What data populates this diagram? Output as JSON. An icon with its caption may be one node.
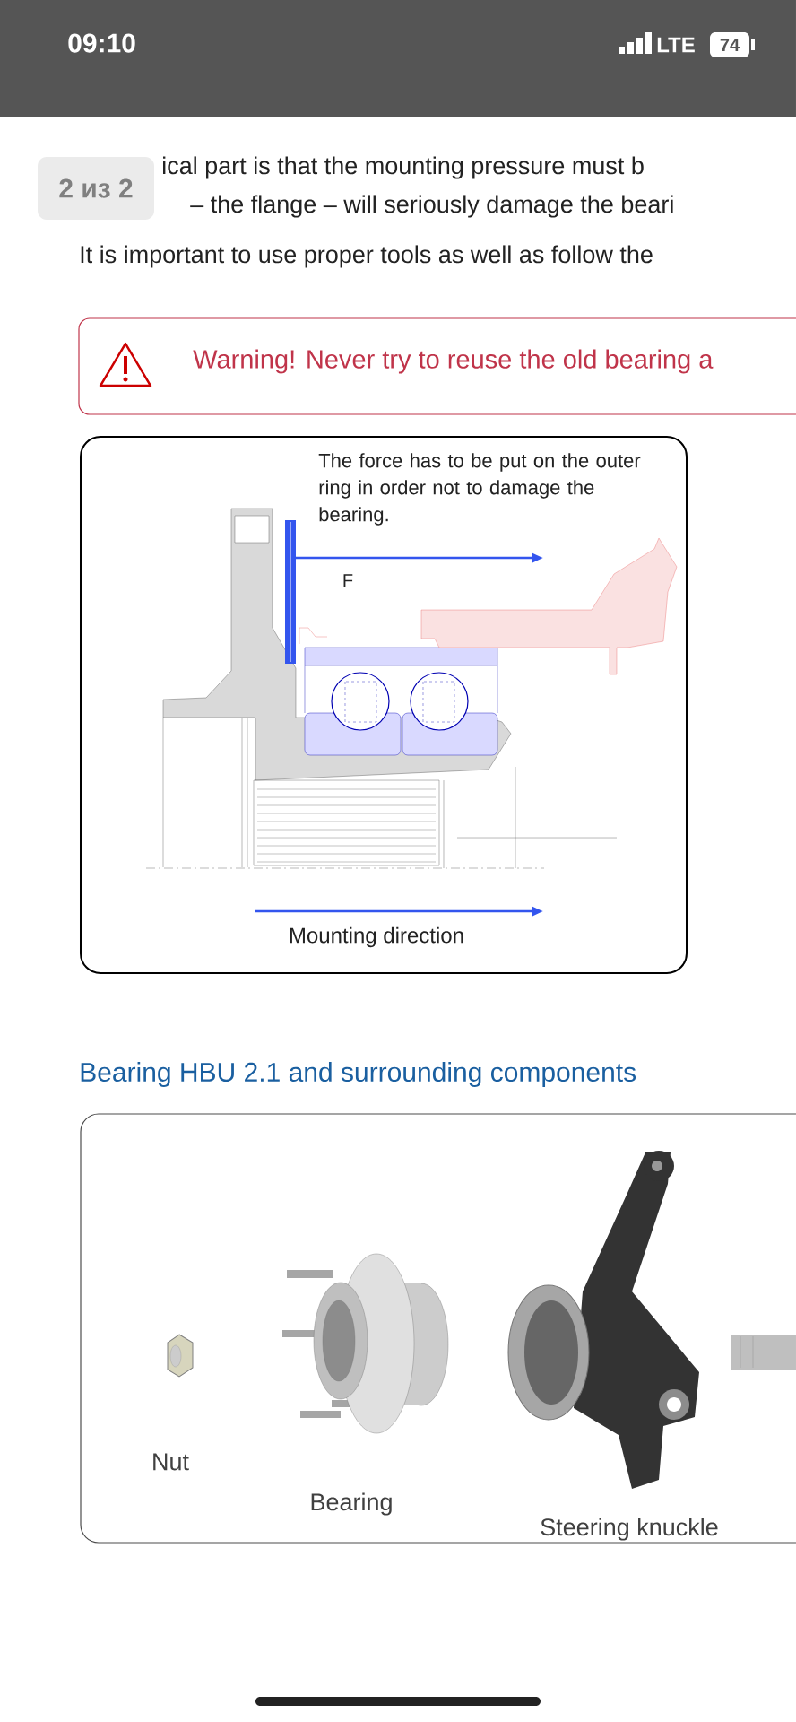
{
  "diagram": {
    "nodes": [
      {
        "text": [
          "2 из 2"
        ]
      },
      {
        "text": [
          "Warning! Never try to reuse the old bearing a"
        ]
      },
      {
        "text": [
          "The force has to be put on the outer ring in order not to damage the bearing.",
          "F",
          "Mounting direction"
        ]
      },
      {
        "text": [
          "Nut",
          "Bearing",
          "Steering knuckle"
        ]
      }
    ],
    "labels": [
      "09:10",
      "LTE",
      "74",
      "ical part is that the mounting pressure must b",
      "– the flange – will seriously damage the beari",
      "It is important to use proper tools as well as follow the",
      "Bearing HBU 2.1 and surrounding components"
    ]
  }
}
